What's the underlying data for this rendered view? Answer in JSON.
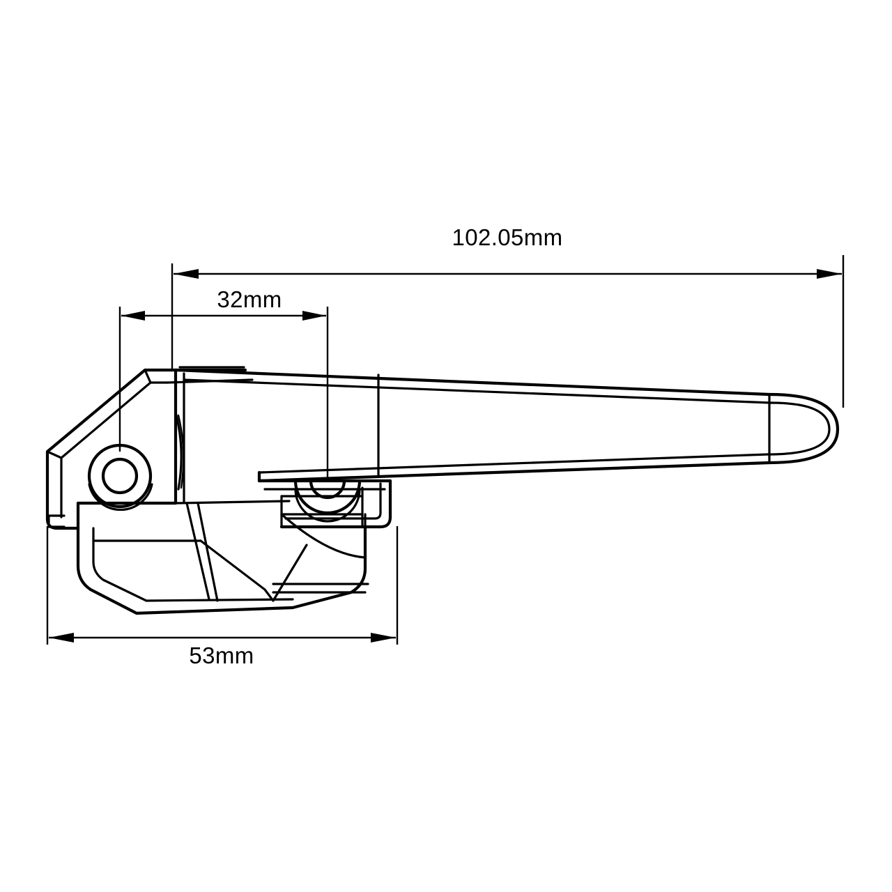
{
  "drawing": {
    "title": "Door handle lever - dimensioned technical drawing",
    "background_color": "#ffffff",
    "line_color": "#000000",
    "units": "mm",
    "view": "front elevation / isometric outline"
  },
  "dimensions": {
    "overall_length": {
      "label": "102.05mm",
      "value": 102.05,
      "unit": "mm",
      "orientation": "horizontal",
      "position": "top"
    },
    "boss_to_pivot": {
      "label": "32mm",
      "value": 32,
      "unit": "mm",
      "orientation": "horizontal",
      "position": "upper-left"
    },
    "base_width": {
      "label": "53mm",
      "value": 53,
      "unit": "mm",
      "orientation": "horizontal",
      "position": "bottom-left"
    }
  },
  "features": {
    "pivot_boss": "concentric-circles",
    "roller_cam": "concentric-arcs",
    "lever_arm": "tapered-arm-with-rounded-tip",
    "housing": "lower-mounting-body"
  }
}
